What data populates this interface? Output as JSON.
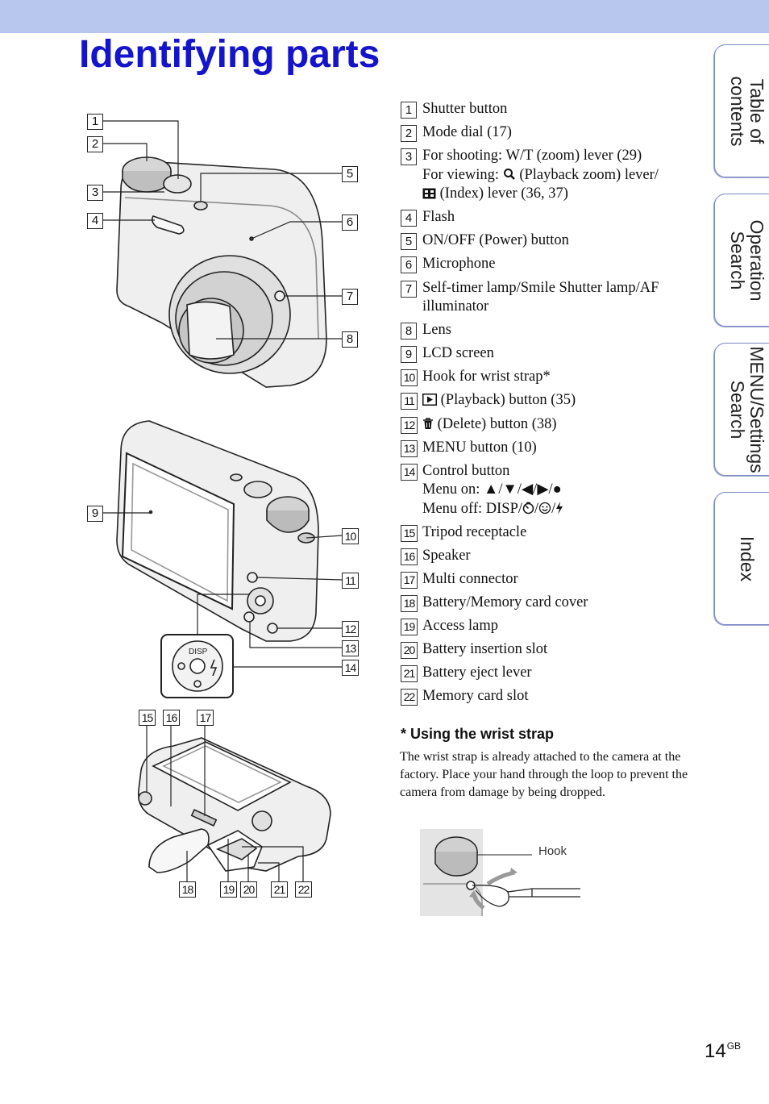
{
  "header": {
    "title": "Identifying parts"
  },
  "callouts": [
    "1",
    "2",
    "3",
    "4",
    "5",
    "6",
    "7",
    "8",
    "9",
    "10",
    "11",
    "12",
    "13",
    "14",
    "15",
    "16",
    "17",
    "18",
    "19",
    "20",
    "21",
    "22"
  ],
  "disp_label": "DISP",
  "parts": [
    {
      "num": "1",
      "text": "Shutter button"
    },
    {
      "num": "2",
      "text": "Mode dial (17)"
    },
    {
      "num": "3",
      "lines": [
        "For shooting: W/T (zoom) lever (29)"
      ],
      "view_pre": "For viewing:",
      "view_post": "(Playback zoom) lever/",
      "index_post": "(Index) lever (36, 37)",
      "icons": [
        "magnifier-icon",
        "index-grid-icon"
      ]
    },
    {
      "num": "4",
      "text": "Flash"
    },
    {
      "num": "5",
      "text": "ON/OFF (Power) button"
    },
    {
      "num": "6",
      "text": "Microphone"
    },
    {
      "num": "7",
      "text": "Self-timer lamp/Smile Shutter lamp/AF illuminator"
    },
    {
      "num": "8",
      "text": "Lens"
    },
    {
      "num": "9",
      "text": "LCD screen"
    },
    {
      "num": "10",
      "text": "Hook for wrist strap*"
    },
    {
      "num": "11",
      "text": "(Playback) button (35)",
      "icon": "playback-icon"
    },
    {
      "num": "12",
      "text": "(Delete) button (38)",
      "icon": "trash-icon"
    },
    {
      "num": "13",
      "text": "MENU button (10)"
    },
    {
      "num": "14",
      "text": "Control button",
      "menu_on": "Menu on: ▲/▼/◀/▶/●",
      "menu_off_pre": "Menu off: DISP/",
      "icons": [
        "self-timer-icon",
        "smile-icon",
        "flash-icon"
      ]
    },
    {
      "num": "15",
      "text": "Tripod receptacle"
    },
    {
      "num": "16",
      "text": "Speaker"
    },
    {
      "num": "17",
      "text": "Multi connector"
    },
    {
      "num": "18",
      "text": "Battery/Memory card cover"
    },
    {
      "num": "19",
      "text": "Access lamp"
    },
    {
      "num": "20",
      "text": "Battery insertion slot"
    },
    {
      "num": "21",
      "text": "Battery eject lever"
    },
    {
      "num": "22",
      "text": "Memory card slot"
    }
  ],
  "note": {
    "title": "* Using the wrist strap",
    "body": "The wrist strap is already attached to the camera at the factory. Place your hand through the loop to prevent the camera from damage by being dropped.",
    "hook_label": "Hook"
  },
  "tabs": [
    {
      "label": "Table of contents",
      "lines": [
        "Table of",
        "contents"
      ]
    },
    {
      "label": "Operation Search",
      "lines": [
        "Operation",
        "Search"
      ]
    },
    {
      "label": "MENU/Settings Search",
      "lines": [
        "MENU/Settings",
        "Search"
      ]
    },
    {
      "label": "Index",
      "lines": [
        "Index"
      ]
    }
  ],
  "page": {
    "number": "14",
    "suffix": "GB"
  },
  "colors": {
    "title": "#1414cc",
    "topbar": "#b8c7ee",
    "tab_border": "#7b8ac2"
  }
}
